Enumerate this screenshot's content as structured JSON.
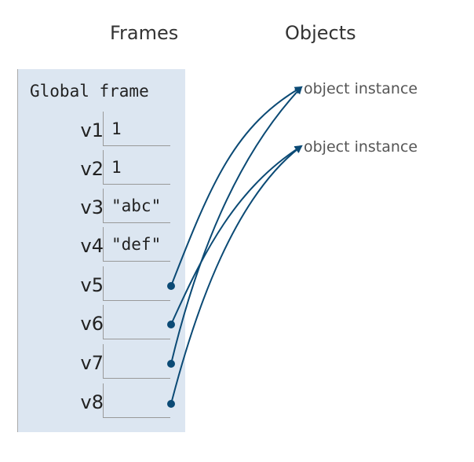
{
  "headers": {
    "frames": "Frames",
    "objects": "Objects"
  },
  "frame": {
    "title": "Global frame",
    "vars": [
      {
        "name": "v1",
        "value": "1",
        "points_to": null
      },
      {
        "name": "v2",
        "value": "1",
        "points_to": null
      },
      {
        "name": "v3",
        "value": "\"abc\"",
        "points_to": null
      },
      {
        "name": "v4",
        "value": "\"def\"",
        "points_to": null
      },
      {
        "name": "v5",
        "value": "",
        "points_to": 0
      },
      {
        "name": "v6",
        "value": "",
        "points_to": 1
      },
      {
        "name": "v7",
        "value": "",
        "points_to": 0
      },
      {
        "name": "v8",
        "value": "",
        "points_to": 1
      }
    ]
  },
  "objects": [
    {
      "label": "object instance"
    },
    {
      "label": "object instance"
    }
  ],
  "colors": {
    "arrow": "#0b4a75",
    "frame_bg": "#dce6f1"
  }
}
